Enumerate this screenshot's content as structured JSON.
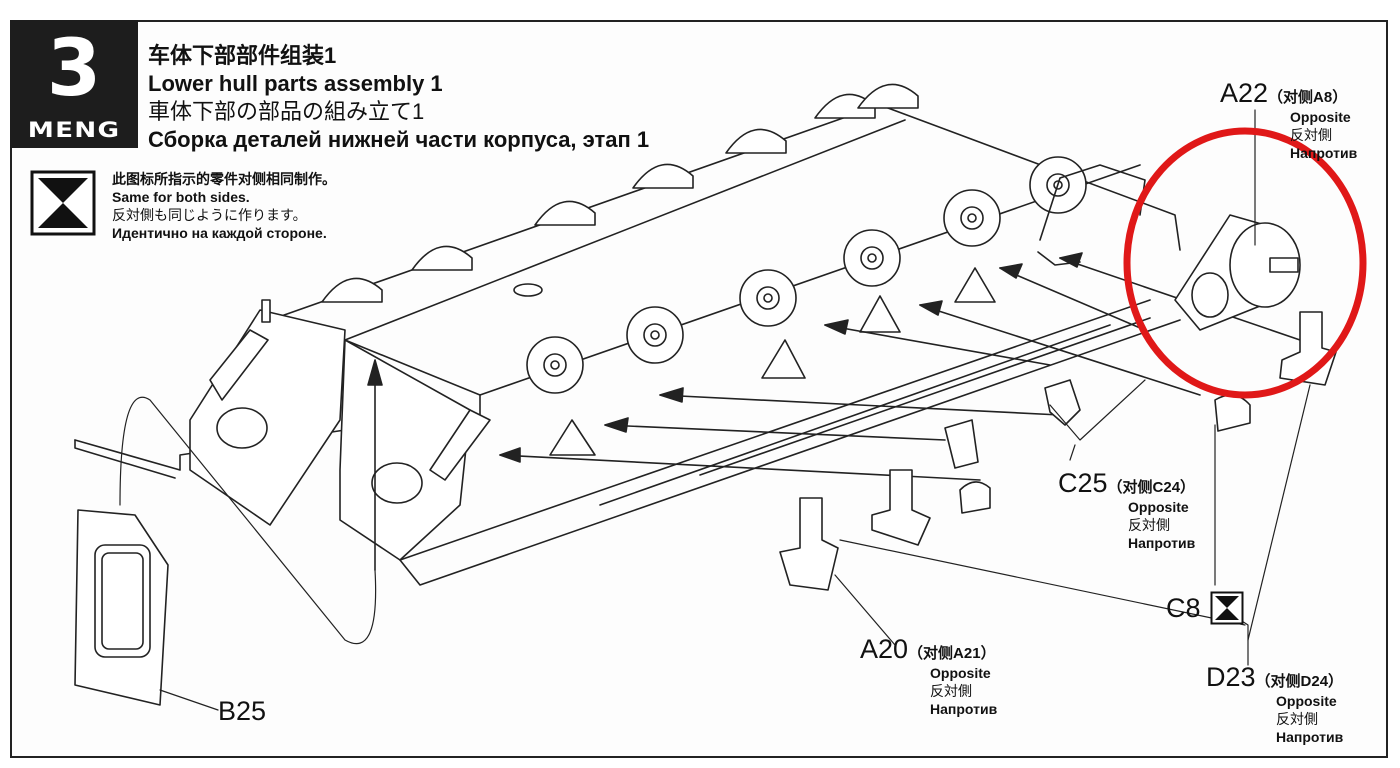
{
  "step": {
    "number": "3",
    "brand": "MENG"
  },
  "title": {
    "zh": "车体下部部件组装1",
    "en": "Lower hull parts assembly 1",
    "jp": "車体下部の部品の組み立て1",
    "ru": "Сборка деталей нижней части корпуса, этап 1"
  },
  "note": {
    "zh": "此图标所指示的零件对侧相同制作。",
    "en": "Same for both sides.",
    "jp": "反対側も同じように作ります。",
    "ru": "Идентично на каждой стороне."
  },
  "parts": {
    "a22": {
      "code": "A22",
      "opposite": "（对侧A8）",
      "en": "Opposite",
      "jp": "反対側",
      "ru": "Напротив"
    },
    "c25": {
      "code": "C25",
      "opposite": "（对侧C24）",
      "en": "Opposite",
      "jp": "反対側",
      "ru": "Напротив"
    },
    "c8": {
      "code": "C8"
    },
    "a20": {
      "code": "A20",
      "opposite": "（对侧A21）",
      "en": "Opposite",
      "jp": "反対側",
      "ru": "Напротив"
    },
    "d23": {
      "code": "D23",
      "opposite": "（对侧D24）",
      "en": "Opposite",
      "jp": "反対側",
      "ru": "Напротив"
    },
    "b25": {
      "code": "B25"
    }
  },
  "highlight": {
    "color": "#e01818"
  }
}
